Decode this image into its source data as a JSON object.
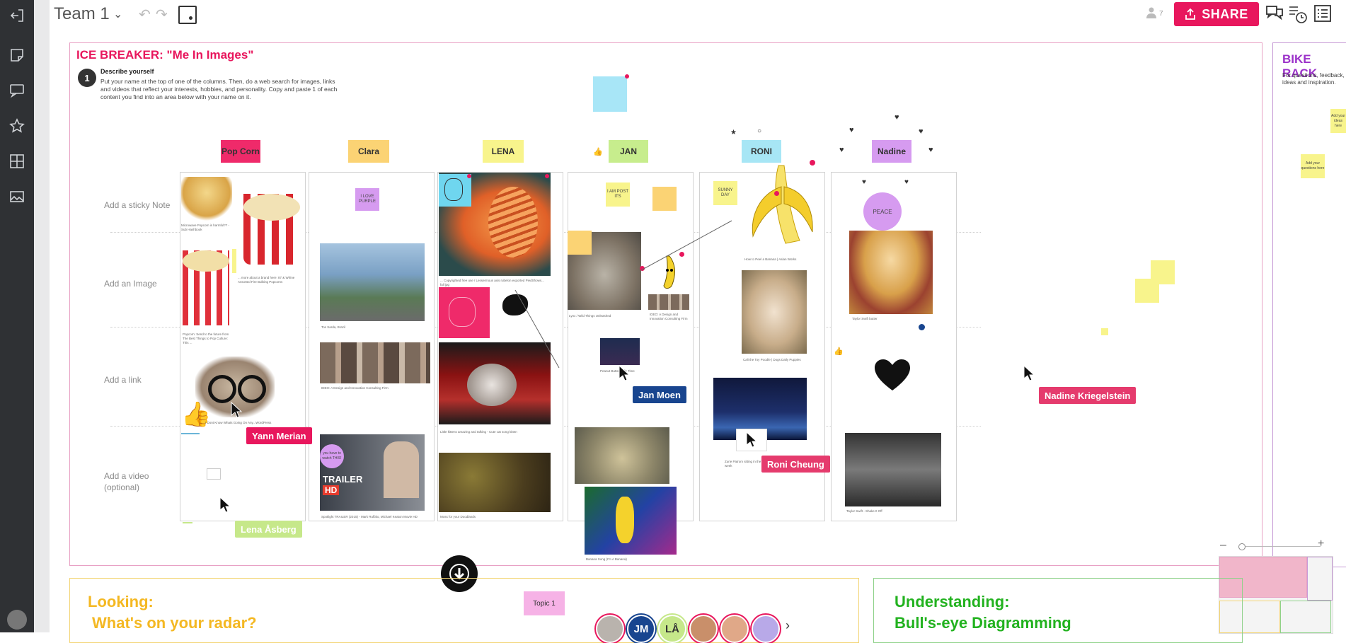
{
  "app": {
    "board_title": "Team 1",
    "share_label": "SHARE",
    "collaborator_count": "7"
  },
  "ice": {
    "title": "ICE BREAKER: \"Me In Images\"",
    "step_number": "1",
    "step_heading": "Describe yourself",
    "step_body": "Put your name at the top of one of the columns. Then, do a web search for images, links and videos that reflect your interests, hobbies, and personality. Copy and paste 1 of each content you find into an area below with your name on it.",
    "row_labels": [
      "Add a sticky Note",
      "Add an Image",
      "Add a link",
      "Add a video (optional)"
    ]
  },
  "columns": [
    {
      "name": "Pop Corn",
      "color": "#ef2a6a"
    },
    {
      "name": "Clara",
      "color": "#fbd374"
    },
    {
      "name": "LENA",
      "color": "#f8f48c"
    },
    {
      "name": "JAN",
      "color": "#c7ed8d"
    },
    {
      "name": "RONI",
      "color": "#a7e6f5"
    },
    {
      "name": "Nadine",
      "color": "#d69bf0"
    }
  ],
  "stickies": {
    "clara": "I LOVE PURPLE",
    "jan": "I AM POST ITS",
    "roni": "SUNNY DAY",
    "nadine": "PEACE",
    "clara_video": "you have to watch THIS!",
    "bike1": "Add your questions here",
    "bike2": "Add your ideas here",
    "topic": "Topic 1"
  },
  "captions": {
    "popcorn1": "Microwave Popcorn is harmful?? - Sub Hashbook",
    "popcorn2": "... more about a brand here: 87 & Whine Assorted Fire Bulbing Popcorns",
    "popcorn3": "Popcorn: Send to the future from The Best Things to Pop Culture: This ...",
    "popcorn4": "I Dont Know Whats Going On Any...WordPress",
    "clara1": "Tos Sarda, Brazil",
    "clara2": "IDEO: A Design and Innovation Consulting Firm",
    "clara3": "Spotlight TRAILER (2015) - Mark Ruffalo, Michael Keaton Movie HD",
    "lena1": "... Copyrighted free use / Lessermous axis rubelon exported PiedShows... full jpg",
    "lena2": "Little kittens amazing and talking - Cute cat song kitten",
    "lena3": "Moss for your Doodlands",
    "jan1": "Lynx / Wild Things Unleashed",
    "jan2": "IDEO: A Design and Innovation Consulting Firm",
    "jan3": "Peanut Butter Jelly Time",
    "jan4": "Banana Song (I'm A Banana)",
    "roni1": "How to Peel a Banana | Asian Works",
    "roni2": "Cali the Toy Poodle | Dogs Daily Puppies",
    "roni3": "Zurie Patrom sitting in the week",
    "nadine1": "Taylor Swift butter",
    "nadine2": "Taylor Swift - Shake It Off"
  },
  "cursors": [
    {
      "name": "Yann Merian",
      "color": "#e8175d"
    },
    {
      "name": "Lena Åsberg",
      "color": "#c6e88a"
    },
    {
      "name": "Jan Moen",
      "color": "#18458f"
    },
    {
      "name": "Roni Cheung",
      "color": "#e53b6d"
    },
    {
      "name": "Nadine Kriegelstein",
      "color": "#e53b6d"
    }
  ],
  "bike": {
    "title": "BIKE RACK",
    "desc": "For questions, feedback, ideas and inspiration."
  },
  "bottom": {
    "looking_title_1": "Looking:",
    "looking_title_2": "What's on your radar?",
    "under_title_1": "Understanding:",
    "under_title_2": "Bull's-eye Diagramming",
    "avatars": [
      "",
      "JM",
      "LÅ",
      "",
      ""
    ]
  },
  "icons": [
    "exit-icon",
    "sticky-note-icon",
    "comment-icon",
    "star-icon",
    "grid-icon",
    "image-icon",
    "undo-icon",
    "redo-icon",
    "share-icon",
    "chat-icon",
    "history-icon",
    "list-icon",
    "heart-icon",
    "thumbs-up-icon",
    "arrow-down-icon"
  ]
}
